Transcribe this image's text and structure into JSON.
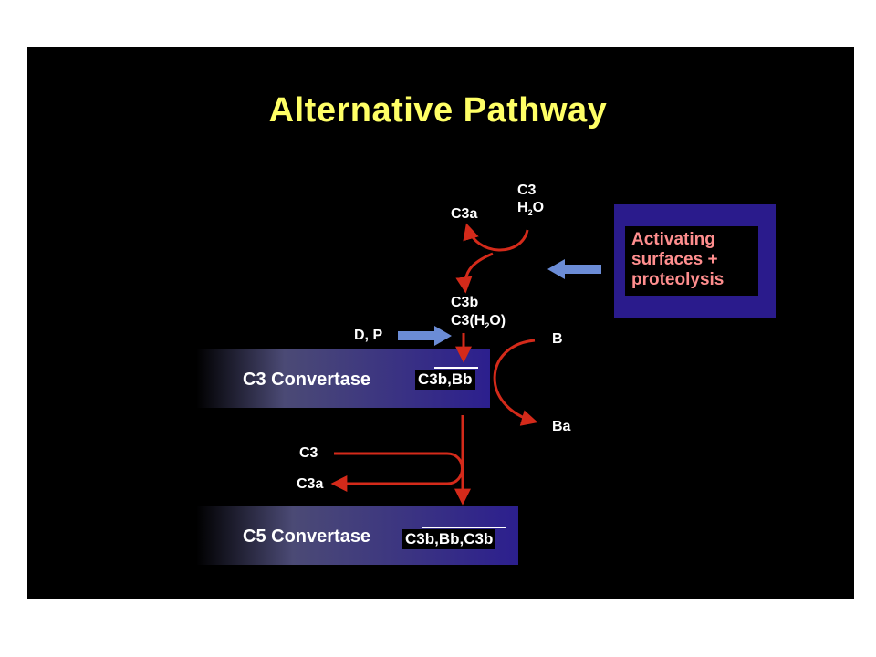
{
  "title": "Alternative Pathway",
  "inputs": {
    "c3": "C3",
    "h2o_h": "H",
    "h2o_sub": "2",
    "h2o_o": "O",
    "c3a_top": "C3a"
  },
  "intermediates": {
    "c3b": "C3b",
    "c3h2o_pre": "C3(H",
    "c3h2o_sub": "2",
    "c3h2o_post": "O)"
  },
  "factors": {
    "dp": "D, P",
    "b": "B",
    "ba": "Ba",
    "c3_lower": "C3",
    "c3a_lower": "C3a"
  },
  "activating": {
    "line1": "Activating",
    "line2": "surfaces +",
    "line3": "proteolysis"
  },
  "convertases": {
    "c3_label": "C3 Convertase",
    "c3_complex": "C3b,Bb",
    "c5_label": "C5 Convertase",
    "c5_complex": "C3b,Bb,C3b"
  },
  "colors": {
    "background": "#000000",
    "title": "#ffff66",
    "arrow_red": "#d42a1a",
    "arrow_blue": "#6b8cd6",
    "box_blue": "#2a1b8c",
    "activating_text": "#ff8e8e"
  }
}
